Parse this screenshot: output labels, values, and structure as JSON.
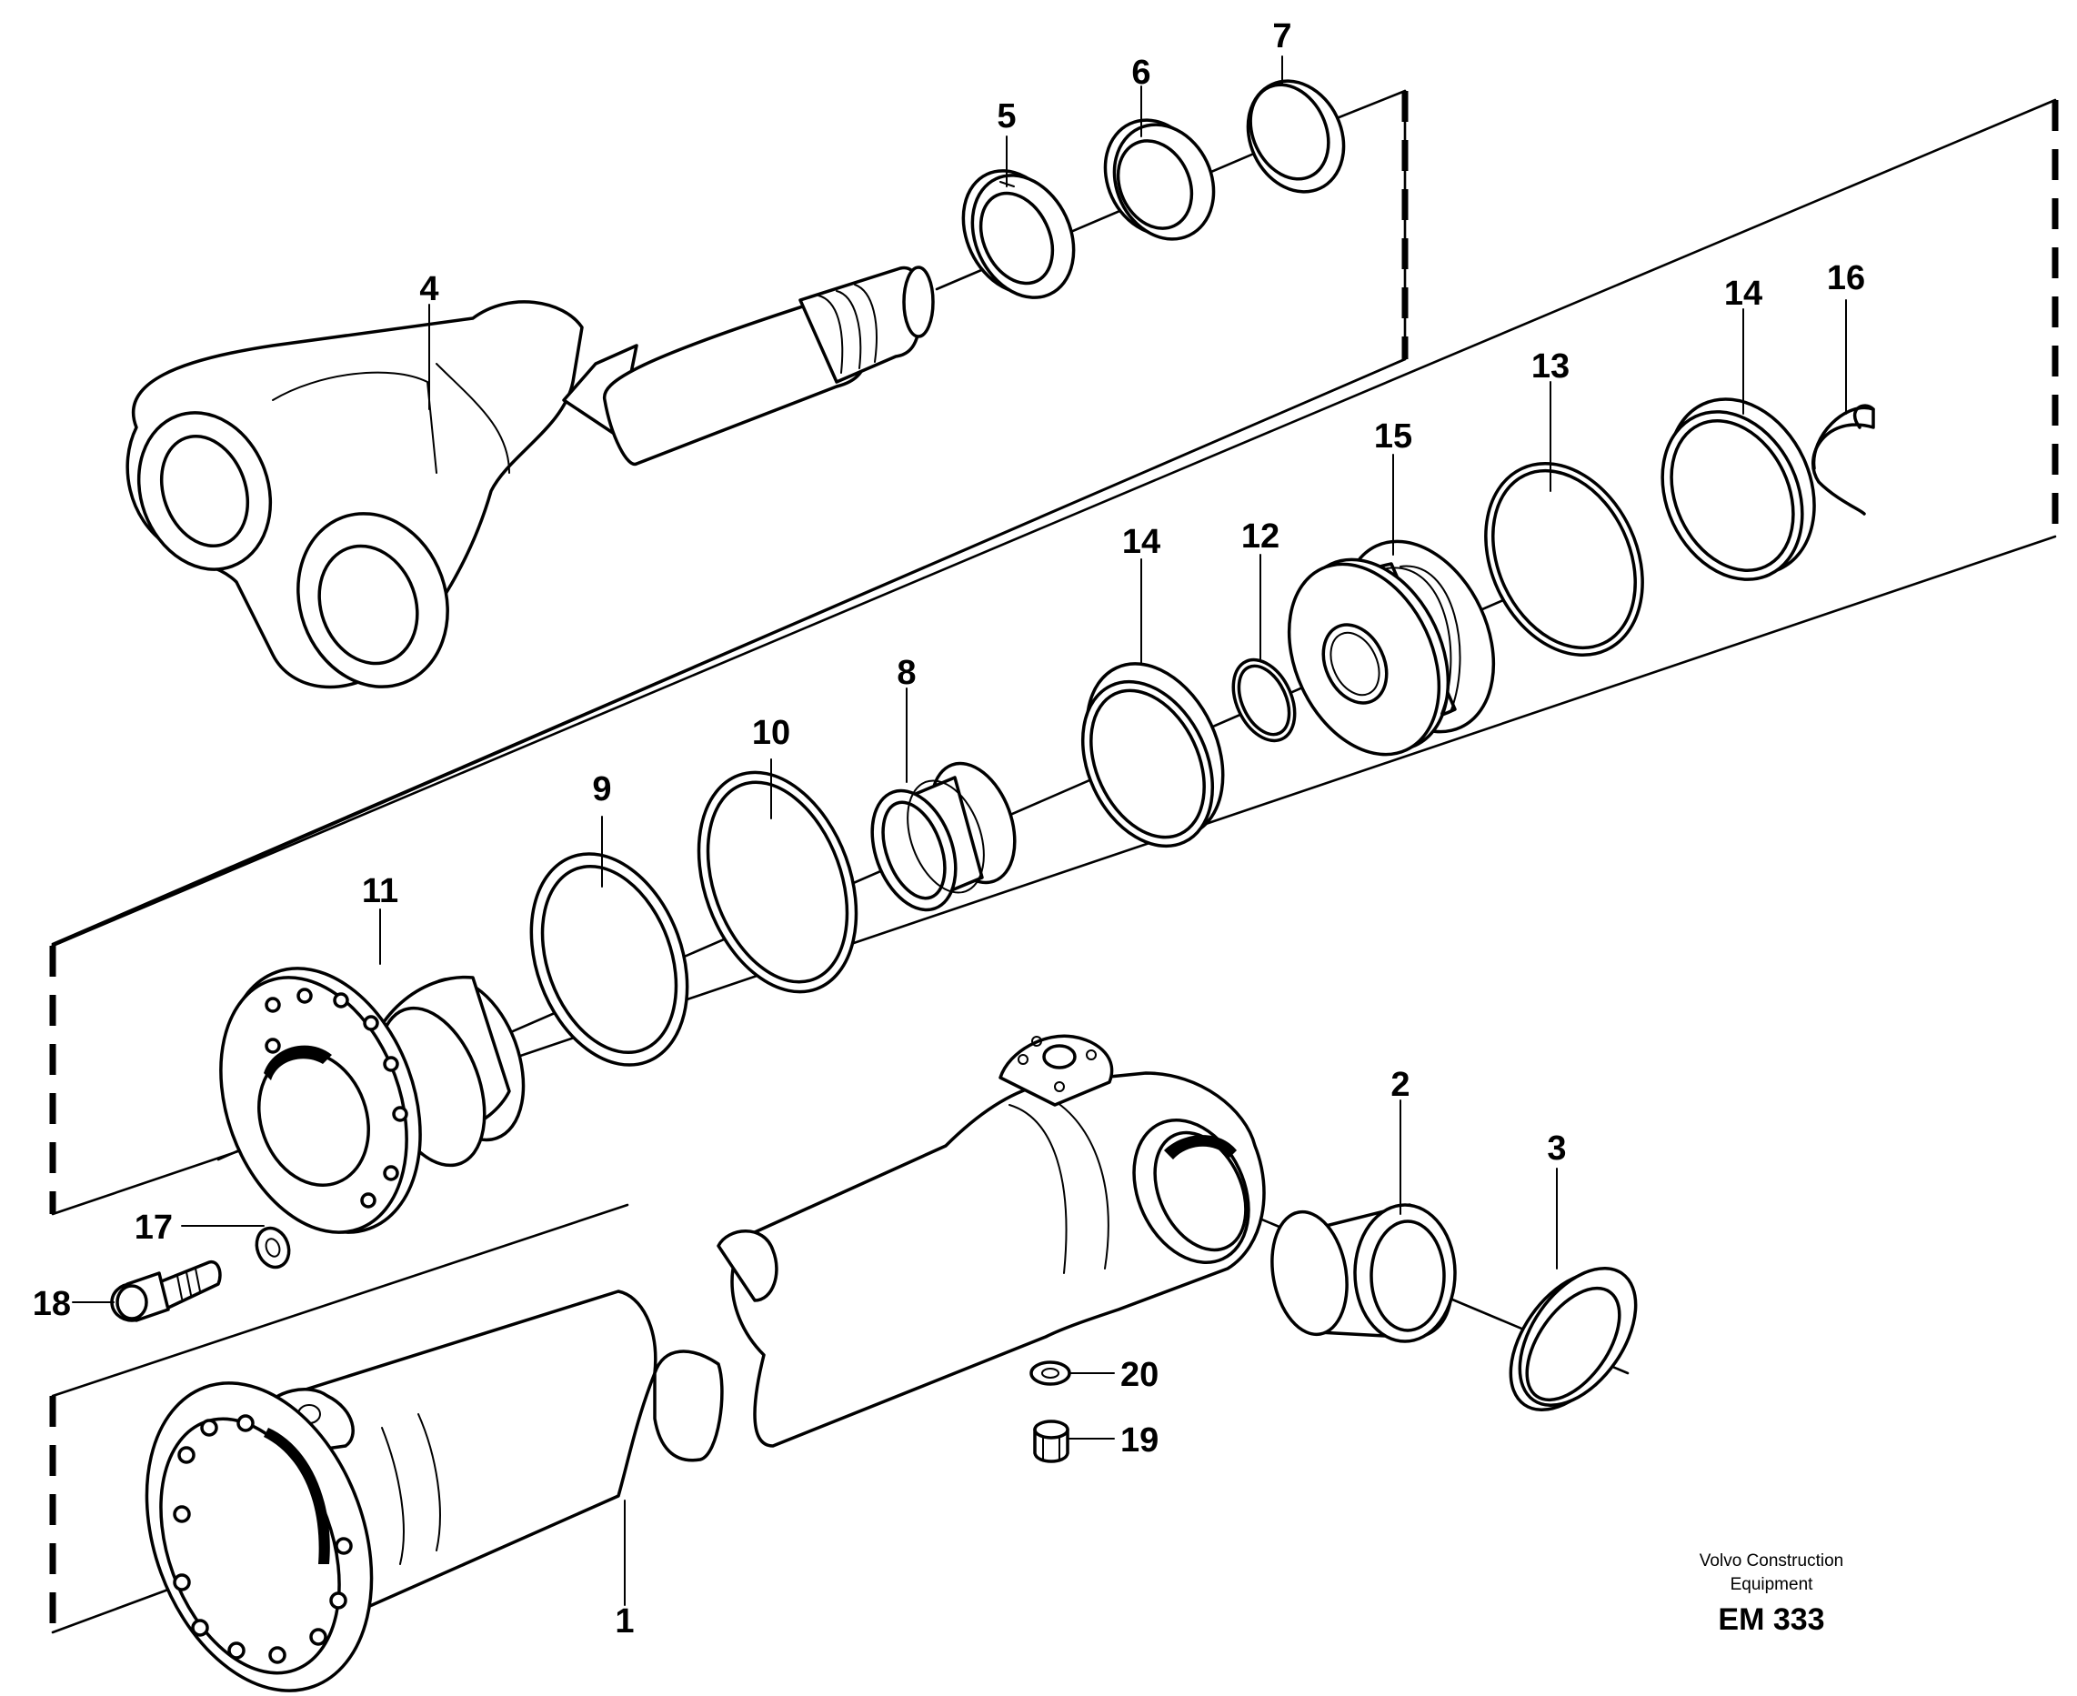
{
  "labels": {
    "p1": "1",
    "p2": "2",
    "p3": "3",
    "p4": "4",
    "p5": "5",
    "p6": "6",
    "p7": "7",
    "p8": "8",
    "p9": "9",
    "p10": "10",
    "p11": "11",
    "p12": "12",
    "p13": "13",
    "p14a": "14",
    "p14b": "14",
    "p15": "15",
    "p16": "16",
    "p17": "17",
    "p18": "18",
    "p19": "19",
    "p20": "20"
  },
  "caption": {
    "line1": "Volvo Construction",
    "line2": "Equipment",
    "code": "EM 333"
  }
}
